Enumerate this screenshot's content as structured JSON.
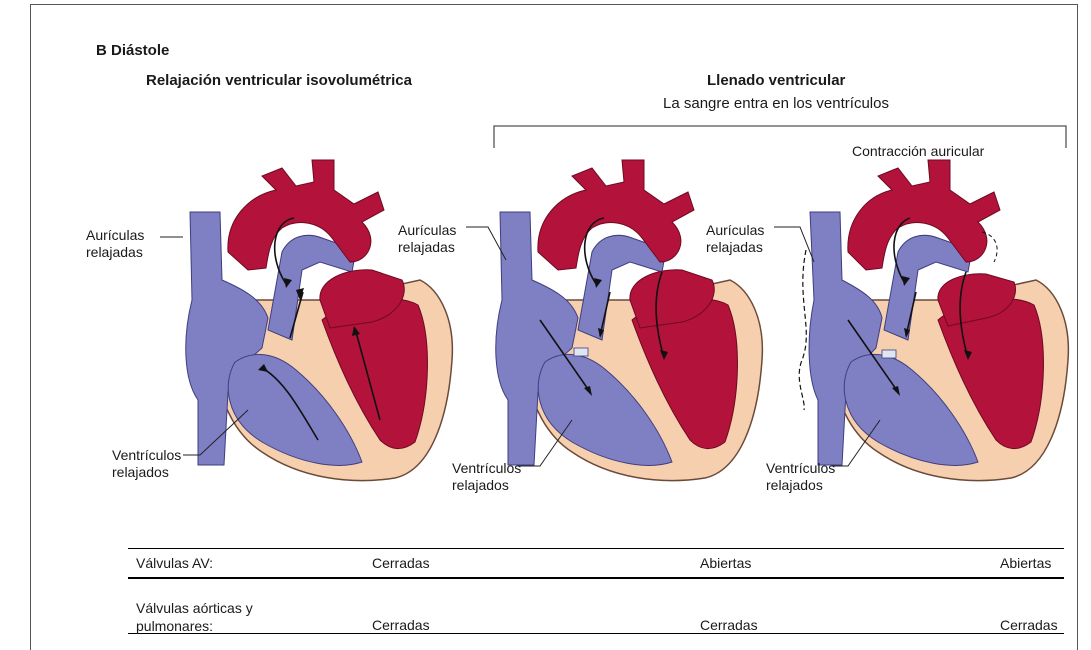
{
  "section_title": "B  Diástole",
  "phase_isovolumetric_title": "Relajación ventricular isovolumétrica",
  "phase_filling_title": "Llenado ventricular",
  "phase_filling_subtitle": "La sangre entra en los ventrículos",
  "atrial_contraction_label": "Contracción auricular",
  "panels": [
    {
      "atria_label": "Aurículas relajadas",
      "ventricles_label": "Ventrículos relajados"
    },
    {
      "atria_label": "Aurículas relajadas",
      "ventricles_label": "Ventrículos relajados"
    },
    {
      "atria_label": "Aurículas relajadas",
      "ventricles_label": "Ventrículos relajados"
    }
  ],
  "table": {
    "rows": [
      {
        "label": "Válvulas AV:",
        "values": [
          "Cerradas",
          "Abiertas",
          "Abiertas"
        ]
      },
      {
        "label": "Válvulas aórticas y pulmonares:",
        "values": [
          "Cerradas",
          "Cerradas",
          "Cerradas"
        ]
      }
    ]
  },
  "colors": {
    "artery_red": "#b3123a",
    "vein_blue": "#7f7fc4",
    "heart_wall": "#f6cfae",
    "wall_outline": "#6b4a3a"
  }
}
